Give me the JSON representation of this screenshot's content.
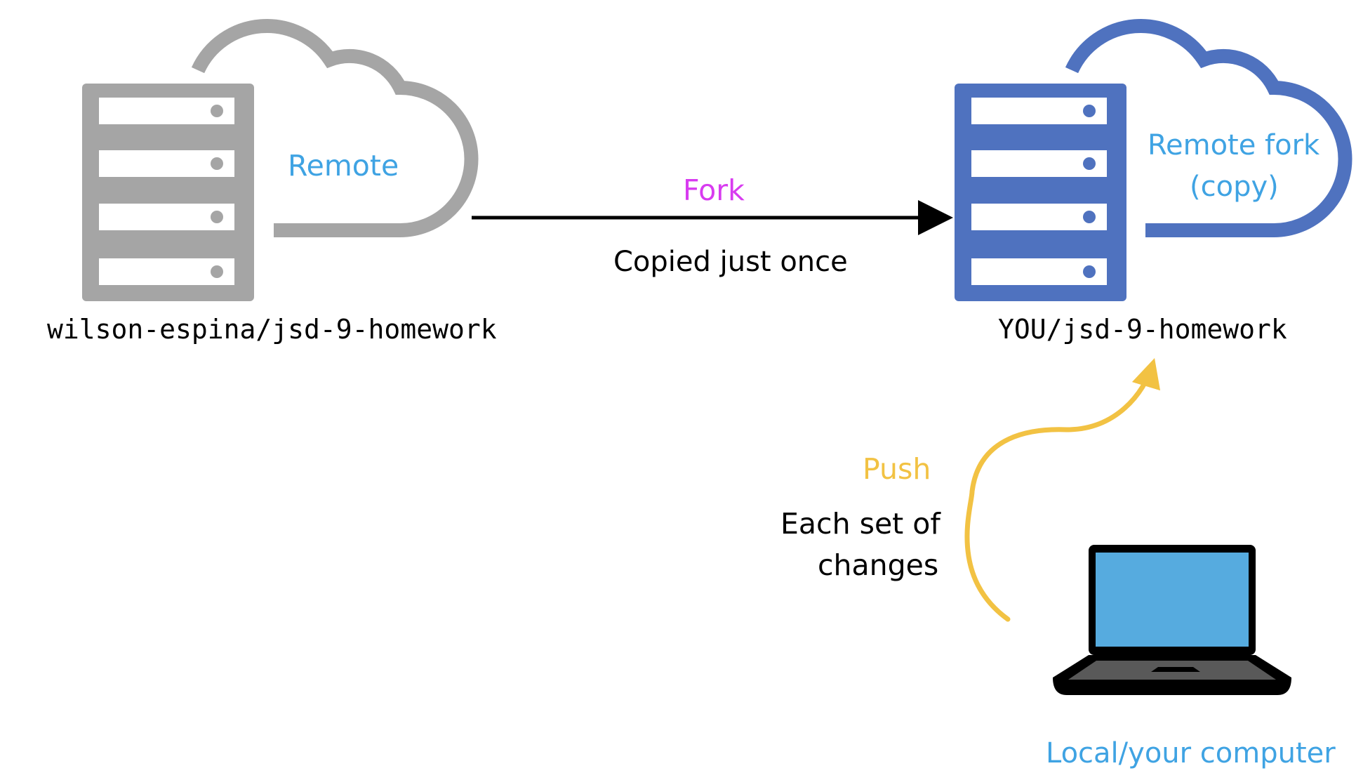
{
  "remote": {
    "cloud_label": "Remote",
    "repo_name": "wilson-espina/jsd-9-homework",
    "server_icon": "server-rack-icon",
    "cloud_icon": "cloud-icon"
  },
  "fork": {
    "label": "Fork",
    "note": "Copied just once"
  },
  "remote_fork": {
    "cloud_label_line1": "Remote fork",
    "cloud_label_line2": "(copy)",
    "repo_name": "YOU/jsd-9-homework",
    "server_icon": "server-rack-icon",
    "cloud_icon": "cloud-icon"
  },
  "push": {
    "label": "Push",
    "note_line1": "Each set of",
    "note_line2": "changes"
  },
  "local": {
    "label": "Local/your computer",
    "icon": "laptop-icon"
  },
  "colors": {
    "remote_gray": "#a5a5a5",
    "fork_blue": "#4f72bf",
    "label_blue": "#3fa3e3",
    "fork_magenta": "#d83bf0",
    "push_yellow": "#f2c243",
    "screen_blue": "#56abdf",
    "laptop_body": "#595959",
    "text_black": "#000000"
  }
}
